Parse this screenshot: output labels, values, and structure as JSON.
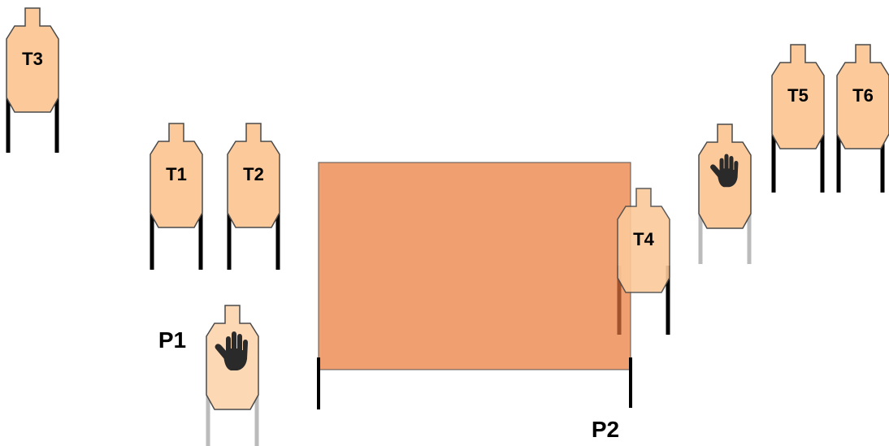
{
  "targets": {
    "t1": {
      "label": "T1",
      "type": "shoot"
    },
    "t2": {
      "label": "T2",
      "type": "shoot"
    },
    "t3": {
      "label": "T3",
      "type": "shoot"
    },
    "t4": {
      "label": "T4",
      "type": "shoot"
    },
    "t5": {
      "label": "T5",
      "type": "shoot"
    },
    "t6": {
      "label": "T6",
      "type": "shoot"
    },
    "ns1": {
      "type": "no-shoot",
      "icon": "hand-icon"
    },
    "ns2": {
      "type": "no-shoot",
      "icon": "hand-icon"
    }
  },
  "positions": {
    "p1": {
      "label": "P1"
    },
    "p2": {
      "label": "P2"
    }
  },
  "colors": {
    "target_fill": "#fcc99a",
    "target_stroke": "#4a4a4a",
    "noshoot_fill": "#fdd8b5",
    "barrier_fill": "#f0a070",
    "barrier_stroke": "#555555",
    "stand_black": "#000000",
    "stand_gray": "#bbbbbb",
    "stand_shadow": "#a0522d",
    "hand": "#2a2a2a"
  }
}
